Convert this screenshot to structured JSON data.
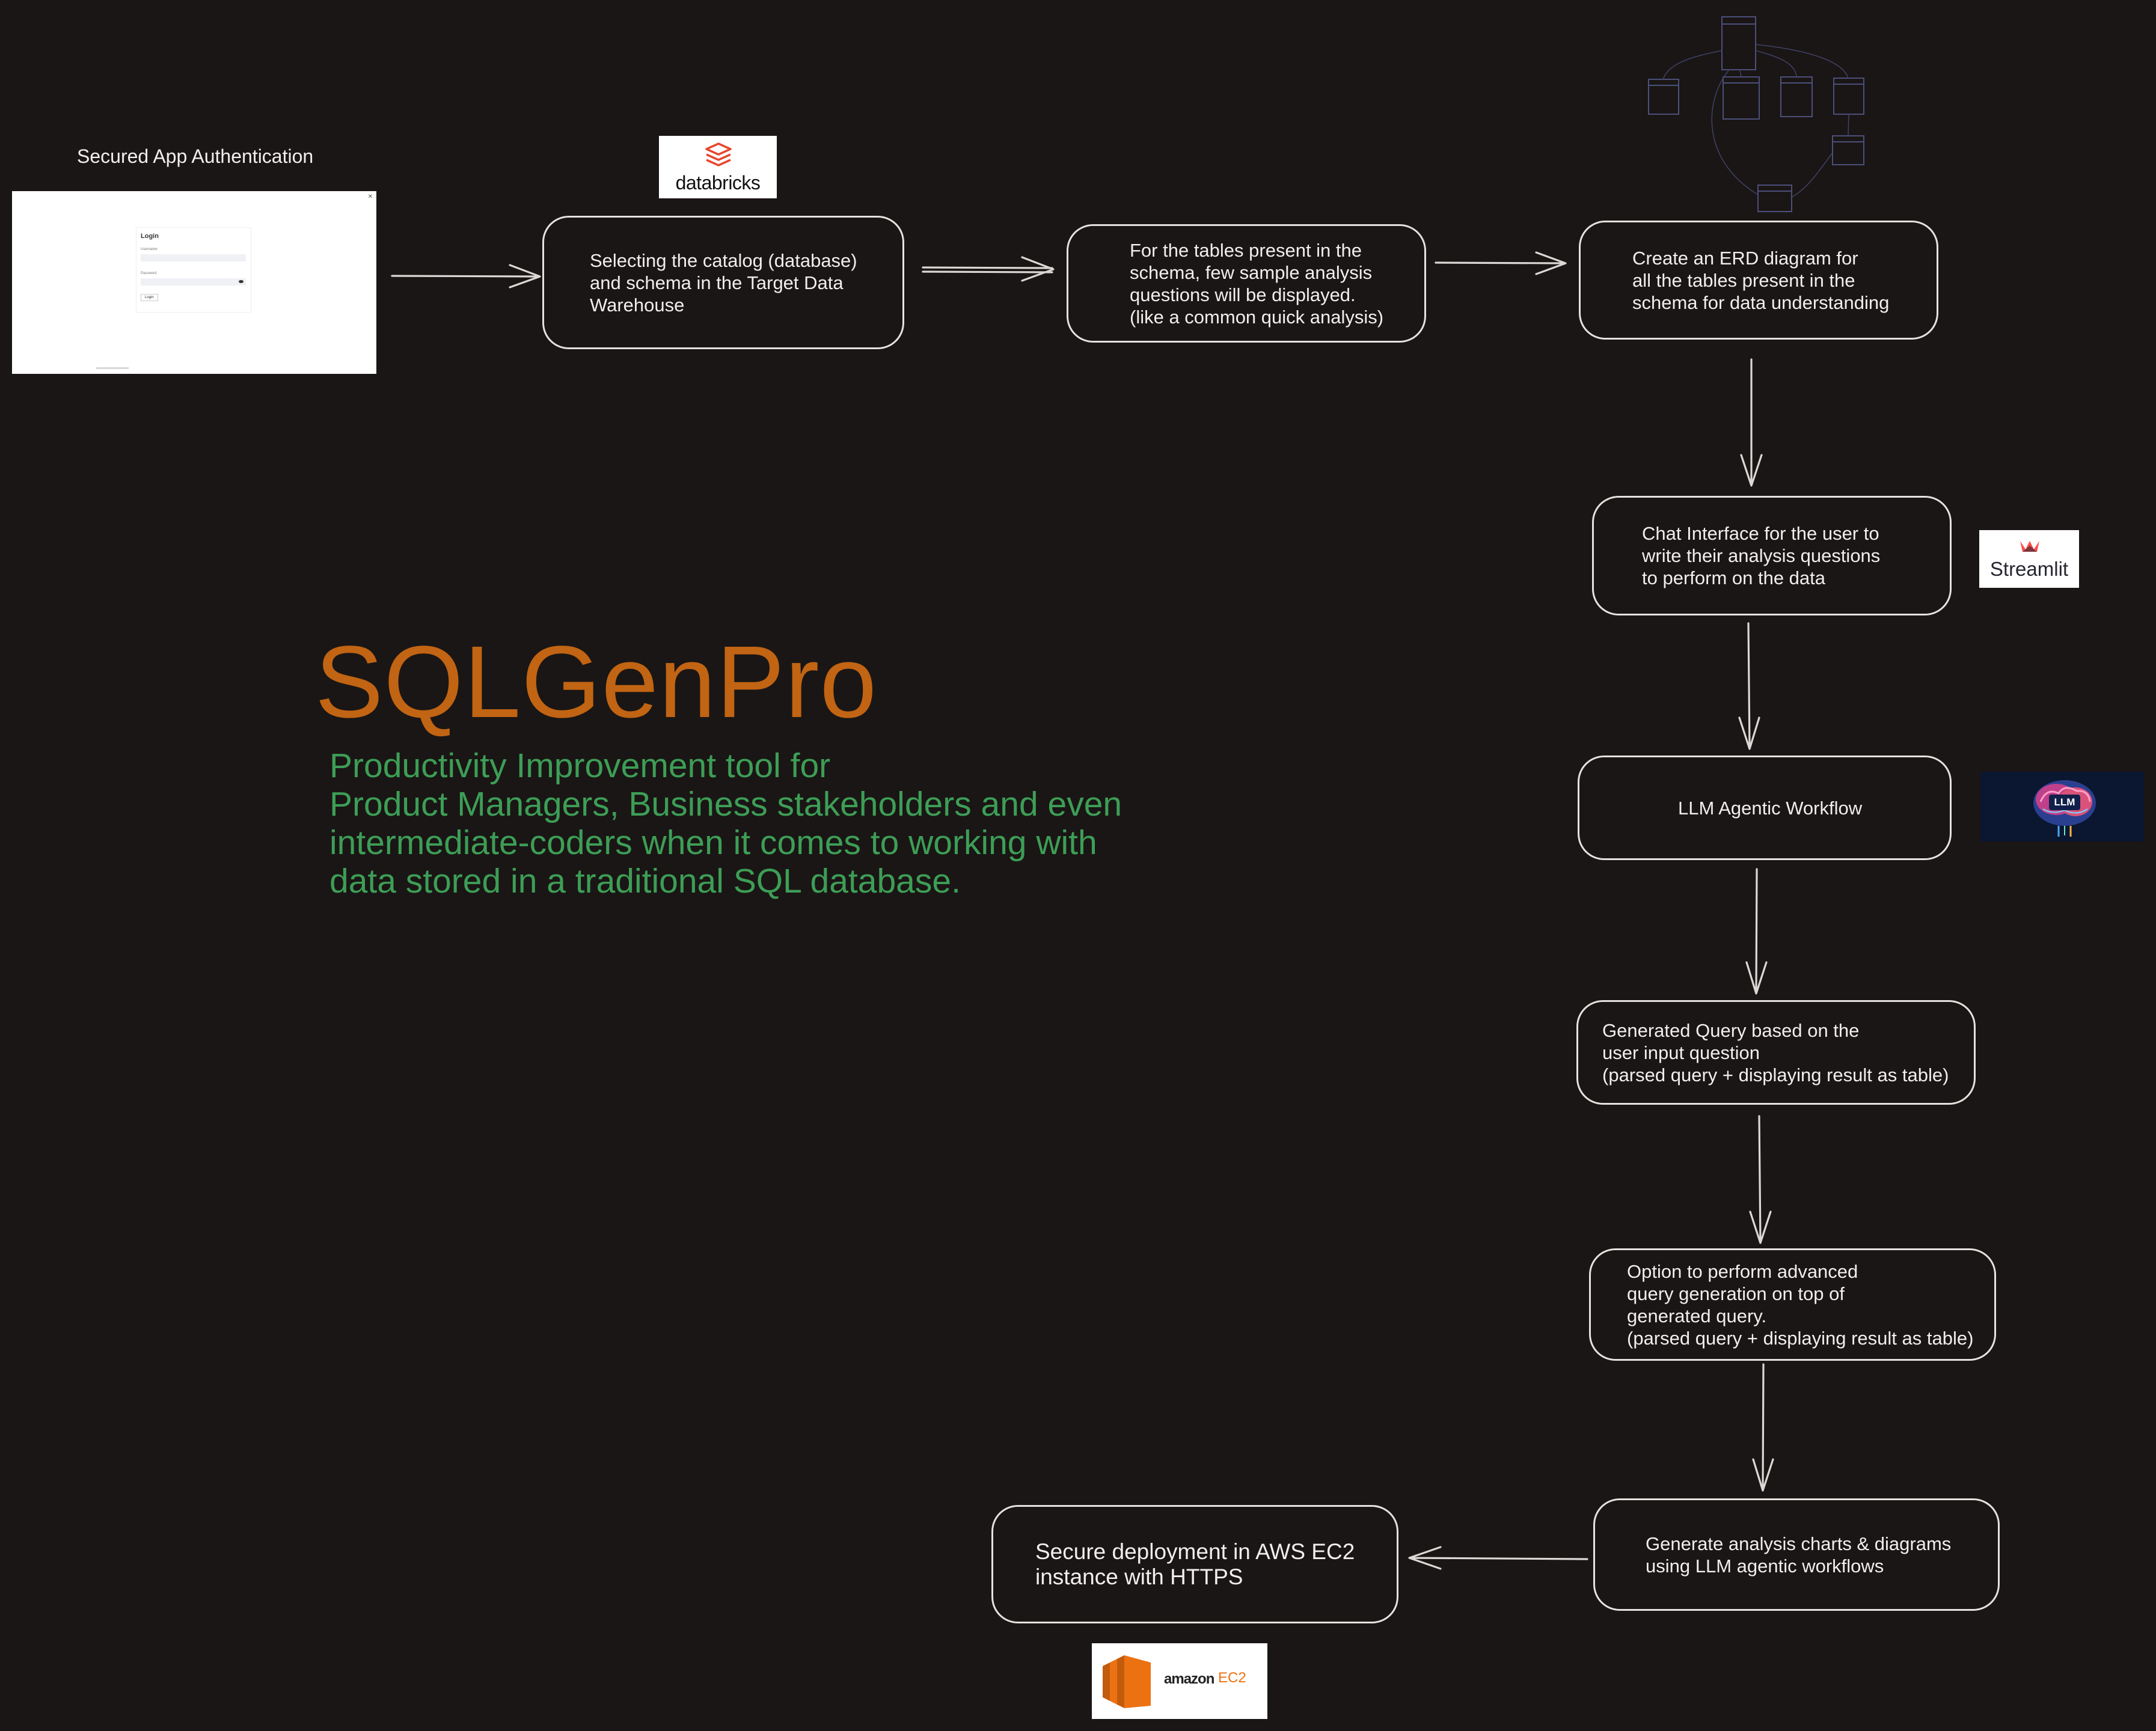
{
  "title": "SQLGenPro",
  "subtitle": "Productivity Improvement tool for\nProduct Managers, Business stakeholders and even\nintermediate-coders when it comes to working with\ndata stored in a traditional SQL database.",
  "auth": {
    "label": "Secured App Authentication",
    "login_title": "Login",
    "username_label": "Username",
    "password_label": "Password",
    "login_button": "Login"
  },
  "steps": {
    "catalog": "Selecting the catalog (database)\nand schema in the Target Data\nWarehouse",
    "sample_questions": "For the tables present in the\nschema, few sample analysis\nquestions will be displayed.\n (like a common quick analysis)",
    "erd": "Create an ERD diagram for\nall the tables present in the\nschema for data understanding",
    "chat": "Chat Interface for the user to\nwrite their analysis questions\nto perform on the data",
    "llm": "LLM Agentic Workflow",
    "generated_query": "Generated Query based on the\nuser input question\n(parsed query + displaying result as table)",
    "advanced_query": "Option to perform advanced\nquery generation on top of\ngenerated query.\n(parsed query + displaying result as table)",
    "charts": "Generate analysis charts & diagrams\nusing LLM agentic workflows",
    "deployment": "Secure deployment in AWS EC2\ninstance with HTTPS"
  },
  "logos": {
    "databricks": "databricks",
    "streamlit": "Streamlit",
    "llm": "LLM",
    "amazon": "amazon",
    "ec2": "EC2"
  },
  "colors": {
    "background": "#1a1615",
    "title": "#c16413",
    "subtitle": "#3d9e56",
    "box_border": "#e6e2df",
    "databricks": "#e8452c",
    "streamlit": "#ff4b4b",
    "aws_orange": "#ec7211"
  }
}
